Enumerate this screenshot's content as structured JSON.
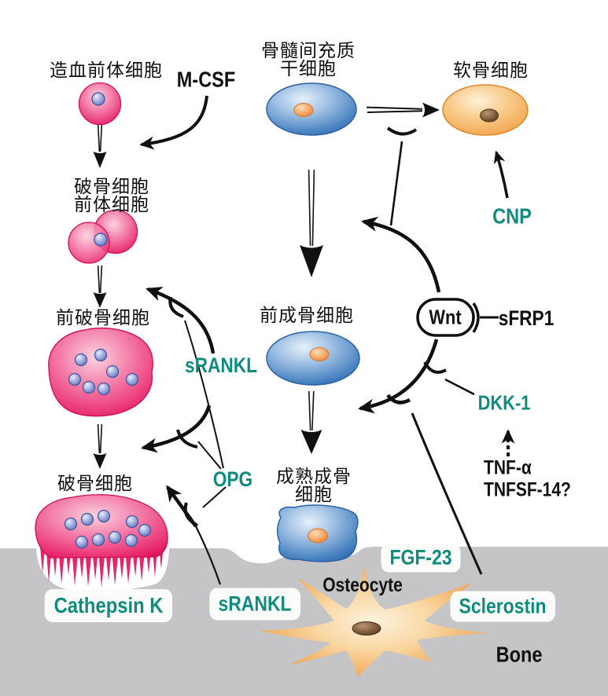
{
  "palette": {
    "teal_accent": "#0F8C7D",
    "cell_pink": "#E61860",
    "cell_blue": "#3272B5",
    "cell_orange": "#EF9B42",
    "bone_gray": "#C5C5C7",
    "line_black": "#111111"
  },
  "labels": {
    "hematopoietic_precursor": "造血前体细胞",
    "mcsf": "M-CSF",
    "msc_line1": "骨髓间充质",
    "msc_line2": "干细胞",
    "chondrocyte": "软骨细胞",
    "ocp_line1": "破骨细胞",
    "ocp_line2": "前体细胞",
    "pre_osteoclast": "前破骨细胞",
    "pre_osteoblast": "前成骨细胞",
    "wnt": "Wnt",
    "sfrp1": "sFRP1",
    "srankl_mid": "sRANKL",
    "cnp": "CNP",
    "dkk1": "DKK-1",
    "tnf_alpha": "TNF-α",
    "tnfsf14": "TNFSF-14?",
    "opg": "OPG",
    "osteoclast": "破骨细胞",
    "mature_ob_line1": "成熟成骨",
    "mature_ob_line2": "细胞",
    "fgf23": "FGF-23",
    "osteocyte": "Osteocyte",
    "cathepsin_k": "Cathepsin K",
    "srankl_bottom": "sRANKL",
    "sclerostin": "Sclerostin",
    "bone": "Bone"
  }
}
